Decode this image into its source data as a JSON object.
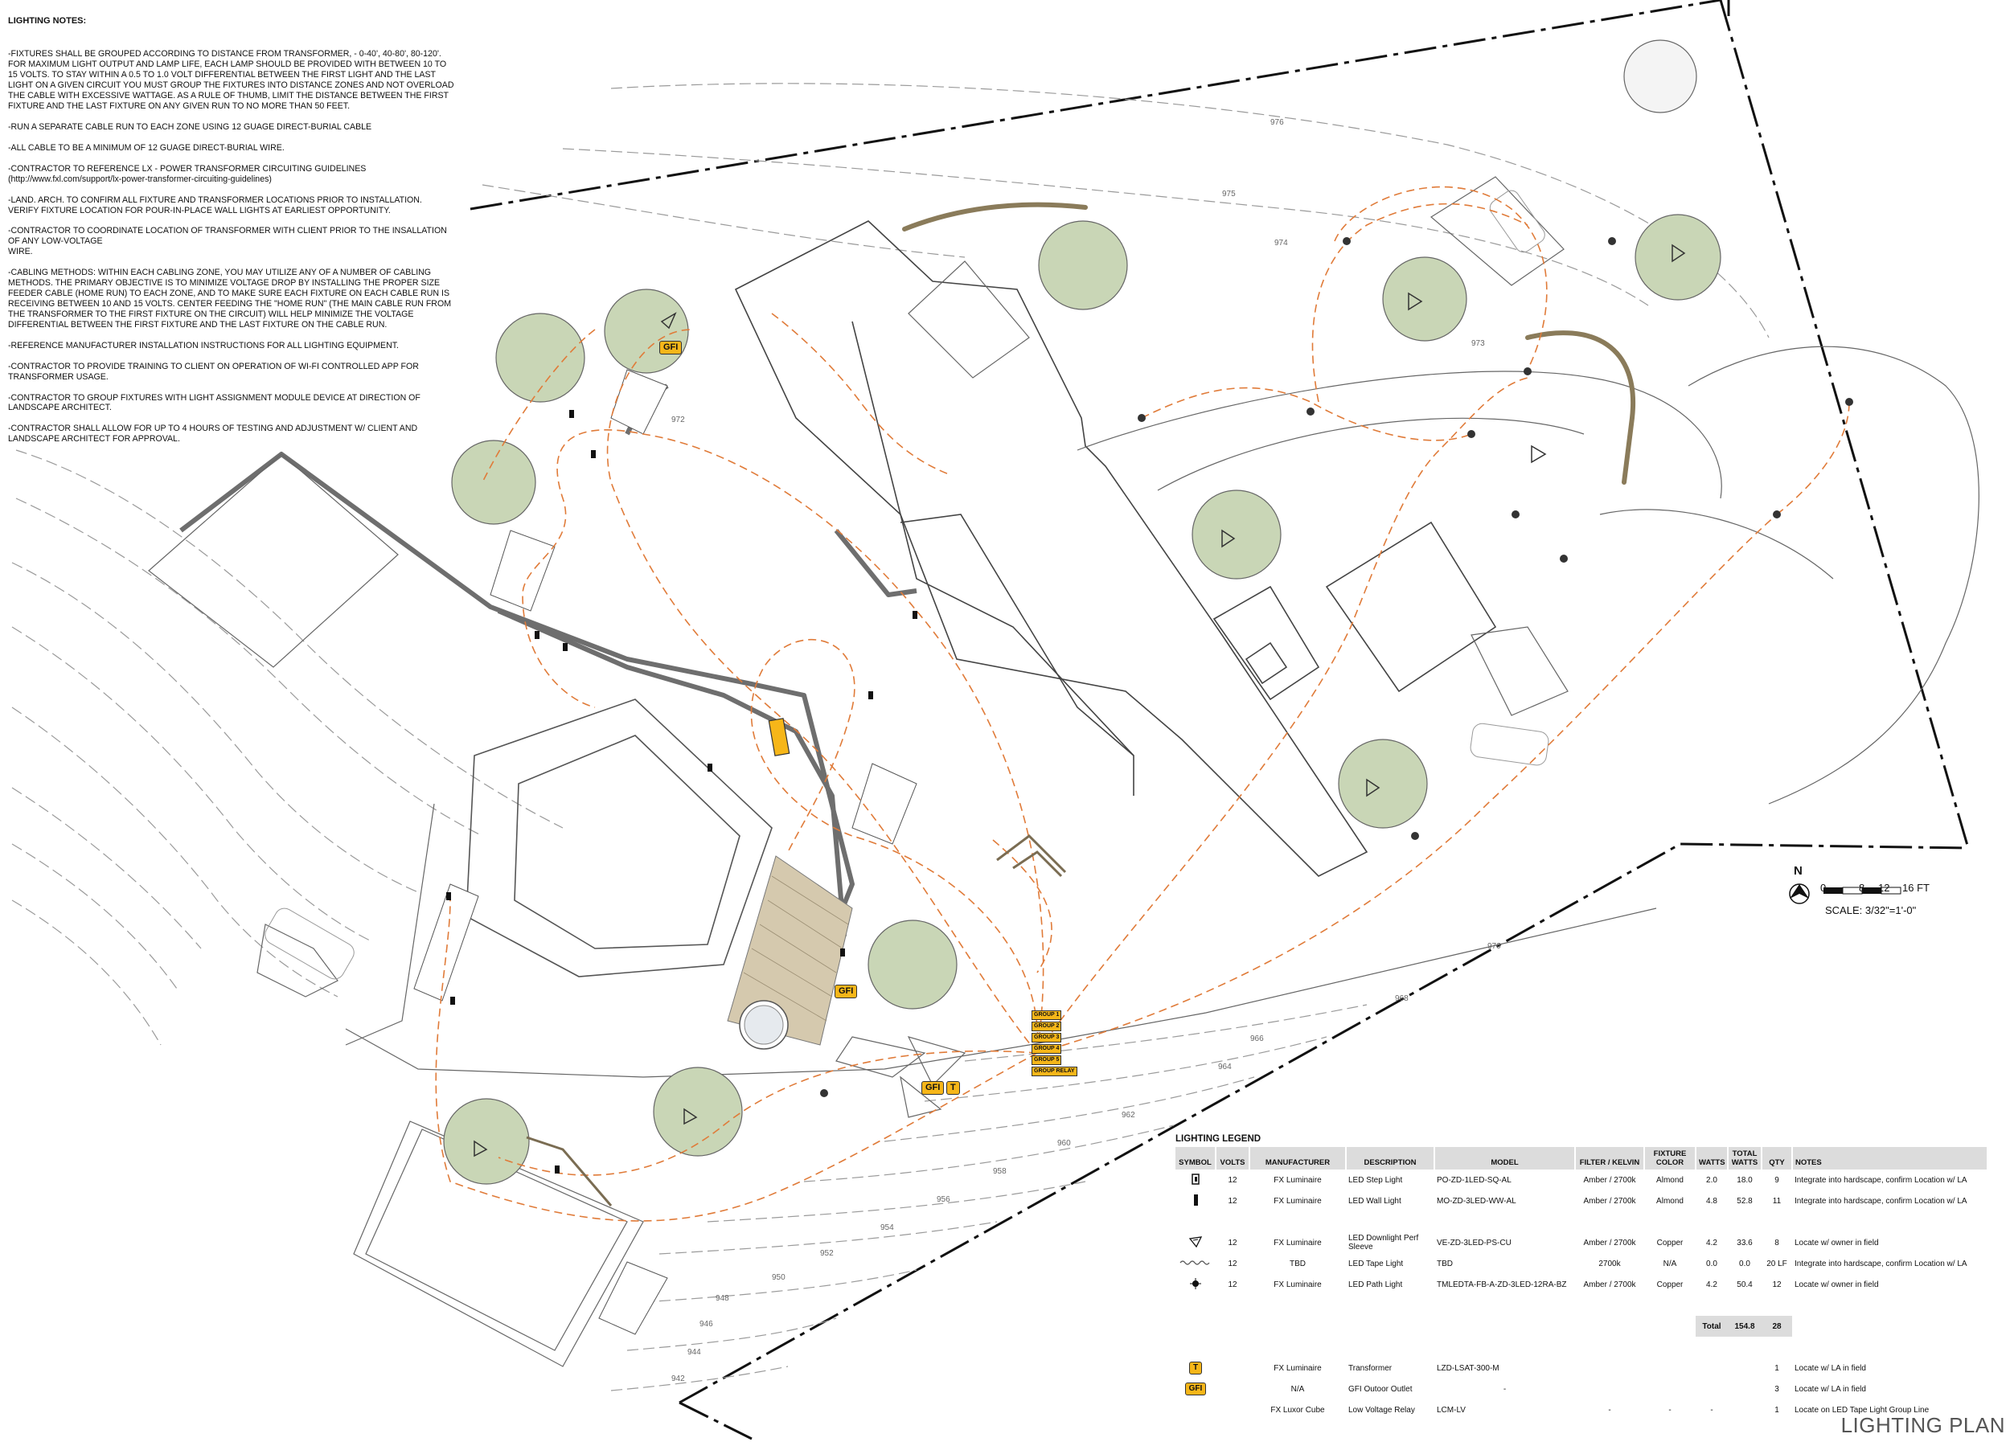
{
  "notes": {
    "title": "LIGHTING NOTES:",
    "items": [
      "-FIXTURES SHALL BE GROUPED ACCORDING TO DISTANCE FROM TRANSFORMER, - 0-40', 40-80', 80-120'.\nFOR MAXIMUM LIGHT OUTPUT AND LAMP LIFE, EACH LAMP SHOULD BE PROVIDED WITH BETWEEN 10 TO\n15 VOLTS. TO STAY WITHIN A 0.5 TO 1.0 VOLT DIFFERENTIAL BETWEEN THE FIRST LIGHT AND THE LAST\nLIGHT ON A GIVEN CIRCUIT YOU MUST GROUP THE FIXTURES INTO DISTANCE ZONES AND NOT OVERLOAD\nTHE CABLE WITH EXCESSIVE WATTAGE. AS A RULE OF THUMB, LIMIT THE DISTANCE BETWEEN THE FIRST\nFIXTURE AND THE LAST FIXTURE ON ANY GIVEN RUN TO NO MORE THAN 50 FEET.",
      "-RUN A SEPARATE CABLE RUN TO EACH ZONE USING 12 GUAGE DIRECT-BURIAL CABLE",
      "-ALL CABLE TO BE A MINIMUM OF 12 GUAGE DIRECT-BURIAL WIRE.",
      "-CONTRACTOR TO REFERENCE LX - POWER TRANSFORMER CIRCUITING GUIDELINES\n        (http://www.fxl.com/support/lx-power-transformer-circuiting-guidelines)",
      "-LAND. ARCH. TO CONFIRM ALL FIXTURE AND TRANSFORMER LOCATIONS PRIOR TO INSTALLATION.\nVERIFY FIXTURE LOCATION FOR POUR-IN-PLACE WALL LIGHTS AT EARLIEST OPPORTUNITY.",
      "-CONTRACTOR TO COORDINATE LOCATION OF TRANSFORMER WITH CLIENT PRIOR TO THE INSALLATION\nOF ANY LOW-VOLTAGE\nWIRE.",
      "-CABLING METHODS:  WITHIN EACH CABLING ZONE, YOU MAY UTILIZE ANY OF A NUMBER OF CABLING\nMETHODS. THE PRIMARY OBJECTIVE IS TO MINIMIZE VOLTAGE DROP BY INSTALLING THE PROPER SIZE\nFEEDER CABLE (HOME RUN) TO EACH ZONE, AND TO MAKE SURE EACH FIXTURE ON EACH CABLE RUN IS\nRECEIVING BETWEEN 10 AND 15 VOLTS. CENTER FEEDING THE \"HOME RUN\" (THE MAIN CABLE RUN FROM\nTHE TRANSFORMER TO THE FIRST FIXTURE ON THE CIRCUIT) WILL HELP MINIMIZE THE VOLTAGE\nDIFFERENTIAL BETWEEN THE FIRST FIXTURE AND THE LAST FIXTURE ON THE CABLE RUN.",
      "-REFERENCE MANUFACTURER INSTALLATION INSTRUCTIONS FOR ALL LIGHTING EQUIPMENT.",
      "-CONTRACTOR TO PROVIDE TRAINING TO CLIENT ON OPERATION OF WI-FI CONTROLLED APP FOR\nTRANSFORMER USAGE.",
      "-CONTRACTOR TO GROUP FIXTURES WITH LIGHT ASSIGNMENT MODULE DEVICE AT DIRECTION OF\nLANDSCAPE ARCHITECT.",
      "-CONTRACTOR SHALL ALLOW FOR UP TO 4 HOURS OF TESTING AND ADJUSTMENT W/ CLIENT AND\nLANDSCAPE ARCHITECT FOR APPROVAL."
    ]
  },
  "legend": {
    "title": "LIGHTING LEGEND",
    "headers": [
      "SYMBOL",
      "VOLTS",
      "MANUFACTURER",
      "DESCRIPTION",
      "MODEL",
      "FILTER / KELVIN",
      "FIXTURE COLOR",
      "WATTS",
      "TOTAL WATTS",
      "QTY",
      "NOTES"
    ],
    "rows": [
      {
        "symbol": "step-light",
        "volts": "12",
        "manufacturer": "FX Luminaire",
        "description": "LED Step Light",
        "model": "PO-ZD-1LED-SQ-AL",
        "kelvin": "Amber / 2700k",
        "color": "Almond",
        "watts": "2.0",
        "total": "18.0",
        "qty": "9",
        "notes": "Integrate into hardscape, confirm Location w/ LA"
      },
      {
        "symbol": "wall-light",
        "volts": "12",
        "manufacturer": "FX Luminaire",
        "description": "LED Wall Light",
        "model": "MO-ZD-3LED-WW-AL",
        "kelvin": "Amber / 2700k",
        "color": "Almond",
        "watts": "4.8",
        "total": "52.8",
        "qty": "11",
        "notes": "Integrate into hardscape, confirm Location w/ LA"
      },
      {
        "symbol": "downlight",
        "volts": "12",
        "manufacturer": "FX Luminaire",
        "description": "LED Downlight Perf Sleeve",
        "model": "VE-ZD-3LED-PS-CU",
        "kelvin": "Amber / 2700k",
        "color": "Copper",
        "watts": "4.2",
        "total": "33.6",
        "qty": "8",
        "notes": "Locate w/ owner in field"
      },
      {
        "symbol": "tape-light",
        "volts": "12",
        "manufacturer": "TBD",
        "description": "LED Tape Light",
        "model": "TBD",
        "kelvin": "2700k",
        "color": "N/A",
        "watts": "0.0",
        "total": "0.0",
        "qty": "20 LF",
        "notes": "Integrate into hardscape, confirm Location w/ LA"
      },
      {
        "symbol": "path-light",
        "volts": "12",
        "manufacturer": "FX Luminaire",
        "description": "LED Path Light",
        "model": "TMLEDTA-FB-A-ZD-3LED-12RA-BZ",
        "kelvin": "Amber / 2700k",
        "color": "Copper",
        "watts": "4.2",
        "total": "50.4",
        "qty": "12",
        "notes": "Locate w/ owner in field"
      }
    ],
    "total": {
      "label": "Total",
      "watts": "154.8",
      "qty": "28"
    },
    "equipment": [
      {
        "badge": "T",
        "volts": "",
        "manufacturer": "FX Luminaire",
        "description": "Transformer",
        "model": "LZD-LSAT-300-M",
        "kelvin": "",
        "color": "",
        "watts": "",
        "total": "",
        "qty": "1",
        "notes": "Locate w/ LA in field"
      },
      {
        "badge": "GFI",
        "volts": "",
        "manufacturer": "N/A",
        "description": "GFI Outoor Outlet",
        "model": "-",
        "kelvin": "",
        "color": "",
        "watts": "",
        "total": "",
        "qty": "3",
        "notes": "Locate w/ LA in field"
      },
      {
        "badge": "",
        "volts": "",
        "manufacturer": "FX Luxor Cube",
        "description": "Low Voltage Relay",
        "model": "LCM-LV",
        "kelvin": "-",
        "color": "-",
        "watts": "-",
        "total": "",
        "qty": "1",
        "notes": "Locate on LED Tape Light Group Line"
      }
    ]
  },
  "scale": {
    "north": "N",
    "ticks": [
      "0",
      "8",
      "12",
      "16 FT"
    ],
    "label": "SCALE:  3/32\"=1'-0\""
  },
  "sheet_title": "LIGHTING PLAN",
  "plan_labels": {
    "gfi": "GFI",
    "transformer": "T",
    "groups": [
      "GROUP 1",
      "GROUP 2",
      "GROUP 3",
      "GROUP 4",
      "GROUP 5",
      "GROUP RELAY"
    ],
    "contours": [
      "976",
      "975",
      "974",
      "973",
      "972",
      "970",
      "968",
      "966",
      "964",
      "962",
      "960",
      "958",
      "956",
      "954",
      "952",
      "950",
      "948",
      "946",
      "944",
      "942"
    ]
  },
  "colors": {
    "cable": "#e07b39",
    "tree_fill": "#c9d6b6",
    "badge": "#f6b619",
    "linework": "#444444",
    "wall": "#777777"
  }
}
